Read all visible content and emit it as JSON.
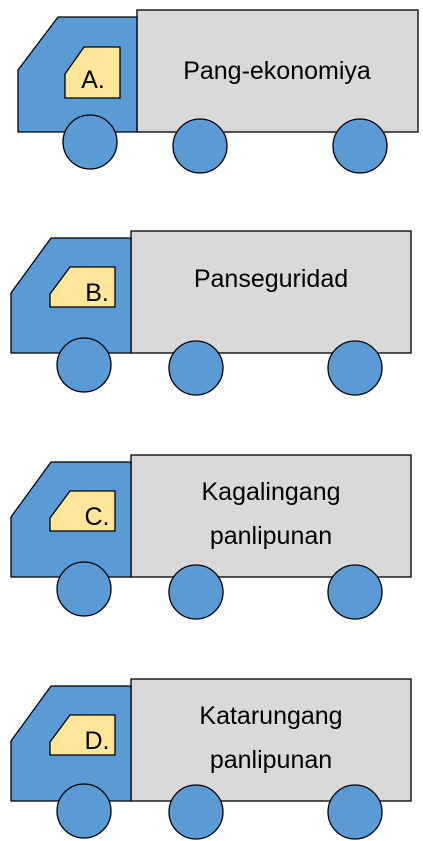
{
  "options": [
    {
      "letter": "A.",
      "lines": [
        "Pang-ekonomiya"
      ]
    },
    {
      "letter": "B.",
      "lines": [
        "Panseguridad"
      ]
    },
    {
      "letter": "C.",
      "lines": [
        "Kagalingang",
        "panlipunan"
      ]
    },
    {
      "letter": "D.",
      "lines": [
        "Katarungang",
        "panlipunan"
      ]
    }
  ],
  "colors": {
    "cab": "#5b9bd5",
    "window": "#ffe699",
    "cargo": "#d9d9d9",
    "wheel": "#5b9bd5",
    "outline": "#000000"
  }
}
